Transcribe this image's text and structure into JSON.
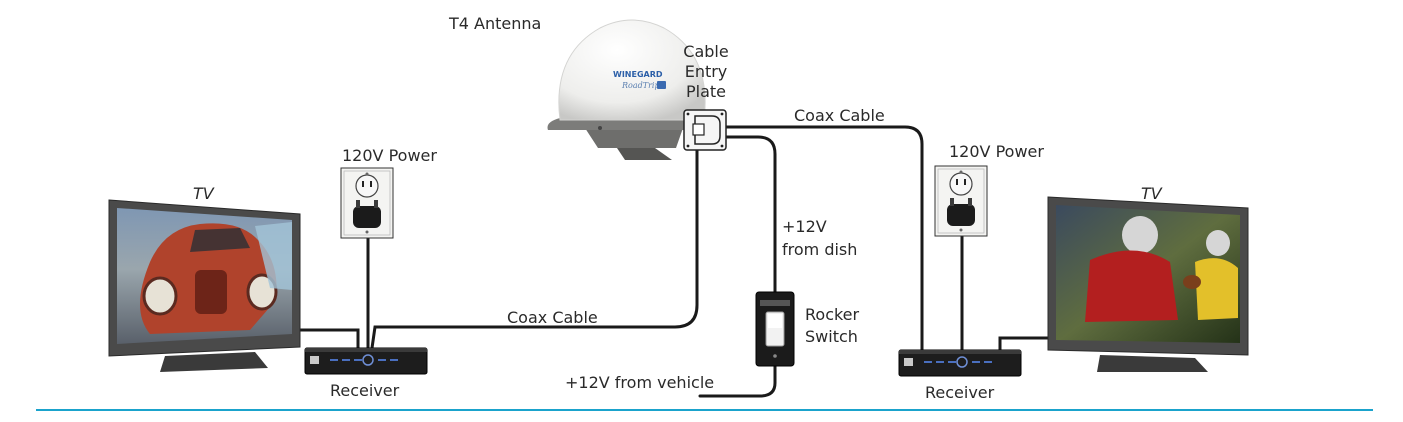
{
  "labels": {
    "antenna": "T4 Antenna",
    "entry_plate": [
      "Cable",
      "Entry",
      "Plate"
    ],
    "coax_right": "Coax Cable",
    "coax_left": "Coax Cable",
    "power_left": "120V Power",
    "power_right": "120V Power",
    "tv_left": "TV",
    "tv_right": "TV",
    "dish_power": [
      "+12V",
      "from dish"
    ],
    "rocker": [
      "Rocker",
      "Switch"
    ],
    "vehicle_power": "+12V from vehicle",
    "receiver_left": "Receiver",
    "receiver_right": "Receiver"
  },
  "antenna_logo": {
    "brand": "WINEGARD",
    "model": "RoadTrip"
  },
  "colors": {
    "cable": "#1a1a1a",
    "accent_line": "#1aa3cc",
    "antenna_dome": "#f2f2f0",
    "antenna_base": "#6e6e6c"
  },
  "icons": [
    "antenna-dome-icon",
    "entry-plate-icon",
    "outlet-icon",
    "tv-icon",
    "receiver-icon",
    "rocker-switch-icon"
  ]
}
